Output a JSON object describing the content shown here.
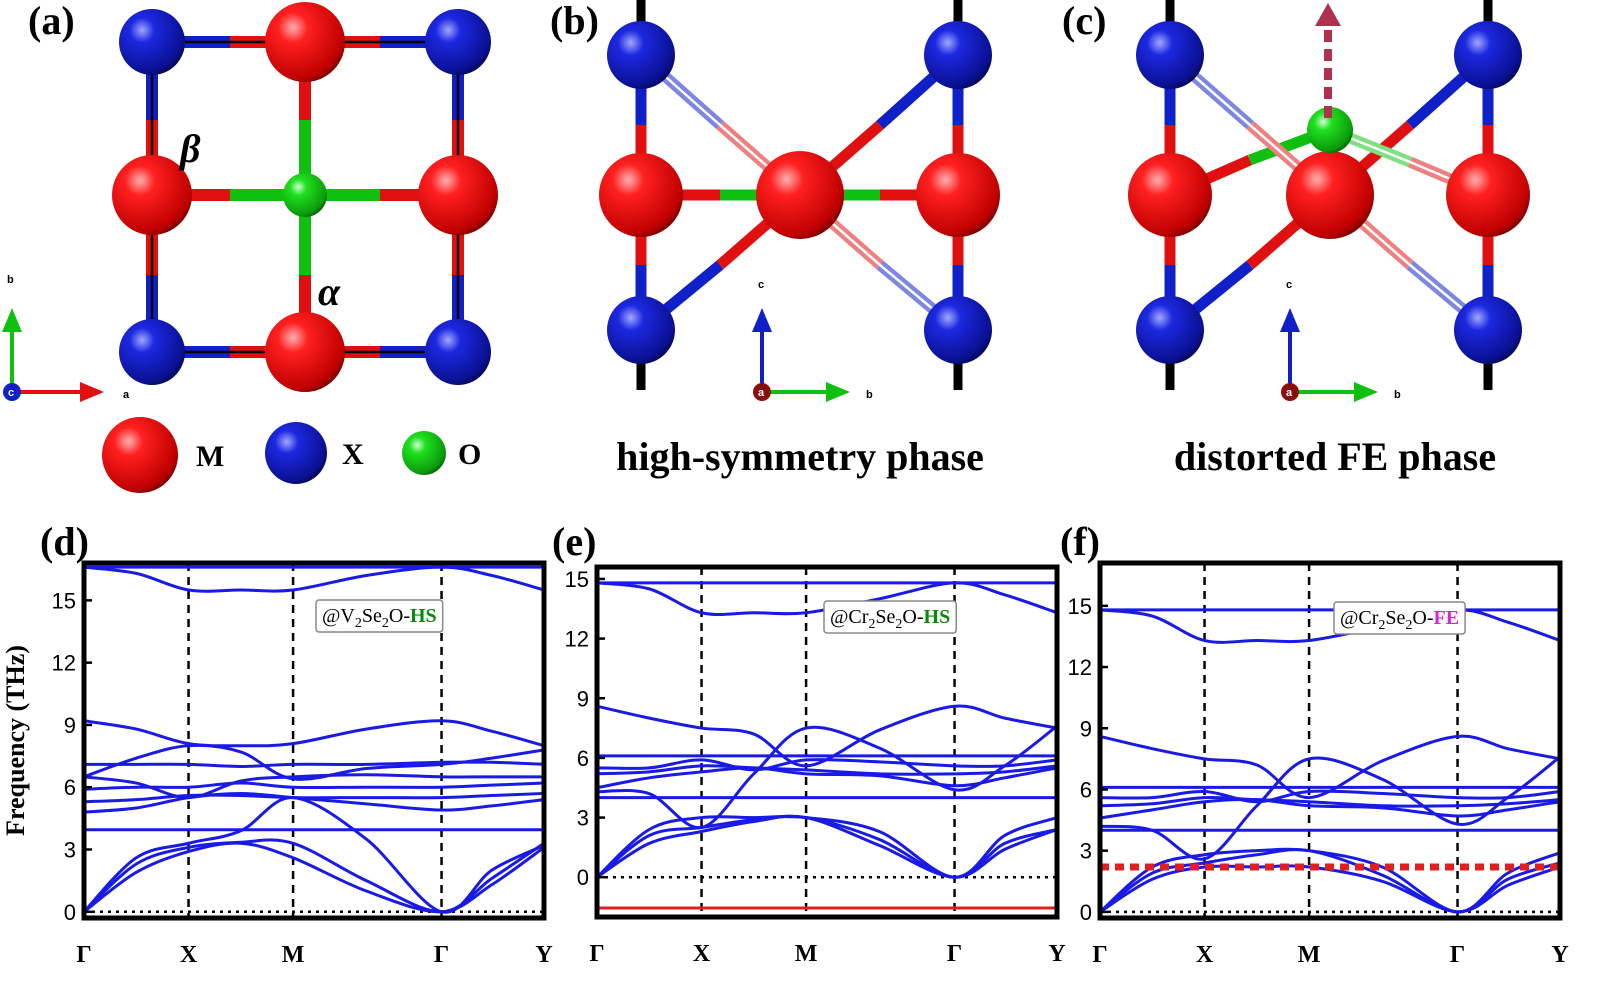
{
  "panels": {
    "a": {
      "label": "(a)",
      "alpha": "α",
      "beta": "β",
      "axis_x": "a",
      "axis_y": "b",
      "axis_center": "c"
    },
    "b": {
      "label": "(b)",
      "caption": "high-symmetry phase",
      "axis_up": "c",
      "axis_right": "b",
      "axis_center": "a"
    },
    "c": {
      "label": "(c)",
      "caption": "distorted FE phase",
      "axis_up": "c",
      "axis_right": "b",
      "axis_center": "a"
    }
  },
  "legend": [
    {
      "label": "M",
      "color": "#e01010"
    },
    {
      "label": "X",
      "color": "#1020c8"
    },
    {
      "label": "O",
      "color": "#10c010"
    }
  ],
  "colors": {
    "metal": "#e01010",
    "chalcogen": "#1020c8",
    "oxygen": "#10c010",
    "band": "#1a1ae6",
    "soft": "#e02020",
    "tag_green": "#0a8a0a",
    "tag_magenta": "#e020e0"
  },
  "chart_data": [
    {
      "type": "line",
      "label": "(d)",
      "tag": {
        "prefix": "@V",
        "sub": "2",
        "mid": "Se",
        "sub2": "2",
        "suffix": "O-",
        "phase": "HS",
        "phase_color": "#0a8a0a"
      },
      "ylabel": "Frequency (THz)",
      "ylim": [
        -0.3,
        16.8
      ],
      "yticks": [
        0,
        3,
        6,
        9,
        12,
        15
      ],
      "kpath": [
        "Γ",
        "X",
        "M",
        "Γ",
        "Y"
      ],
      "kpos": [
        0,
        1,
        2,
        3.42,
        4.4
      ],
      "zero_line": 0,
      "series": [
        {
          "values": [
            0,
            1.9,
            2.9,
            3.3,
            2.6,
            1.0,
            0,
            1.3,
            3.1
          ]
        },
        {
          "values": [
            0,
            2.3,
            3.1,
            3.35,
            3.3,
            1.5,
            0,
            1.6,
            3.3
          ]
        },
        {
          "values": [
            0,
            2.6,
            3.3,
            3.9,
            5.5,
            3.5,
            0,
            2.0,
            3.2
          ]
        },
        {
          "values": [
            4.8,
            5.0,
            5.5,
            5.7,
            5.5,
            5.2,
            4.9,
            5.1,
            5.4
          ]
        },
        {
          "values": [
            5.3,
            5.4,
            5.6,
            5.6,
            5.5,
            5.5,
            5.5,
            5.6,
            5.7
          ]
        },
        {
          "values": [
            5.9,
            6.0,
            6.0,
            6.2,
            6.0,
            6.0,
            6.0,
            6.1,
            6.2
          ]
        },
        {
          "values": [
            6.5,
            6.2,
            5.5,
            6.3,
            6.5,
            6.6,
            6.5,
            6.5,
            6.5
          ]
        },
        {
          "values": [
            6.5,
            7.4,
            8.0,
            7.7,
            6.4,
            6.9,
            7.1,
            7.4,
            7.8
          ]
        },
        {
          "values": [
            7.1,
            7.1,
            7.1,
            7.0,
            7.1,
            7.1,
            7.2,
            7.2,
            7.1
          ]
        },
        {
          "values": [
            9.2,
            8.8,
            8.1,
            8.0,
            8.1,
            8.8,
            9.2,
            8.7,
            8.0
          ]
        },
        {
          "values": [
            3.95,
            3.95,
            3.95,
            3.95,
            3.95,
            3.95,
            3.95,
            3.95,
            3.95
          ]
        },
        {
          "values": [
            16.6,
            16.3,
            15.5,
            15.5,
            15.5,
            16.2,
            16.6,
            16.2,
            15.5
          ]
        },
        {
          "values": [
            16.6,
            16.6,
            16.6,
            16.6,
            16.6,
            16.6,
            16.6,
            16.6,
            16.6
          ]
        }
      ]
    },
    {
      "type": "line",
      "label": "(e)",
      "tag": {
        "prefix": "@Cr",
        "sub": "2",
        "mid": "Se",
        "sub2": "2",
        "suffix": "O-",
        "phase": "HS",
        "phase_color": "#0a8a0a"
      },
      "ylabel": "",
      "ylim": [
        -2.0,
        15.6
      ],
      "yticks": [
        0,
        3,
        6,
        9,
        12,
        15
      ],
      "kpath": [
        "Γ",
        "X",
        "M",
        "Γ",
        "Y"
      ],
      "kpos": [
        0,
        1,
        2,
        3.42,
        4.4
      ],
      "zero_line": 0,
      "series": [
        {
          "values": [
            -1.55,
            -1.55,
            -1.55,
            -1.55,
            -1.55,
            -1.55,
            -1.55,
            -1.55,
            -1.55
          ],
          "soft": true
        },
        {
          "values": [
            0,
            1.7,
            2.3,
            2.8,
            3.0,
            1.6,
            0,
            1.4,
            2.4
          ]
        },
        {
          "values": [
            0,
            2.1,
            2.5,
            2.9,
            3.0,
            1.9,
            0,
            1.7,
            2.4
          ]
        },
        {
          "values": [
            0,
            2.4,
            3.0,
            3.0,
            3.0,
            2.3,
            0,
            2.1,
            3.0
          ]
        },
        {
          "values": [
            4.0,
            4.0,
            4.0,
            4.0,
            4.0,
            4.0,
            4.0,
            4.0,
            4.0
          ]
        },
        {
          "values": [
            4.3,
            4.2,
            2.5,
            5.2,
            7.5,
            6.5,
            4.4,
            5.6,
            7.6
          ]
        },
        {
          "values": [
            4.5,
            5.0,
            5.3,
            5.5,
            5.2,
            5.1,
            4.6,
            5.0,
            5.5
          ]
        },
        {
          "values": [
            5.2,
            5.3,
            5.6,
            5.5,
            5.4,
            5.2,
            5.2,
            5.3,
            5.6
          ]
        },
        {
          "values": [
            5.5,
            5.5,
            5.9,
            5.4,
            5.9,
            5.8,
            5.6,
            5.6,
            5.9
          ]
        },
        {
          "values": [
            6.1,
            6.1,
            6.1,
            6.1,
            6.1,
            6.1,
            6.1,
            6.1,
            6.1
          ]
        },
        {
          "values": [
            8.6,
            8.0,
            7.5,
            7.2,
            5.6,
            7.4,
            8.6,
            8.0,
            7.5
          ]
        },
        {
          "values": [
            14.8,
            14.5,
            13.3,
            13.3,
            13.3,
            14.0,
            14.8,
            14.2,
            13.3
          ]
        },
        {
          "values": [
            14.8,
            14.8,
            14.8,
            14.8,
            14.8,
            14.8,
            14.8,
            14.8,
            14.8
          ]
        }
      ]
    },
    {
      "type": "line",
      "label": "(f)",
      "tag": {
        "prefix": "@Cr",
        "sub": "2",
        "mid": "Se",
        "sub2": "2",
        "suffix": "O-",
        "phase": "FE",
        "phase_color": "#e020e0"
      },
      "ylabel": "",
      "ylim": [
        -0.3,
        17.1
      ],
      "yticks": [
        0,
        3,
        6,
        9,
        12,
        15
      ],
      "kpath": [
        "Γ",
        "X",
        "M",
        "Γ",
        "Y"
      ],
      "kpos": [
        0,
        1,
        2,
        3.42,
        4.4
      ],
      "zero_line": 0,
      "marked_line": 2.2,
      "series": [
        {
          "values": [
            0,
            1.6,
            2.2,
            2.2,
            2.2,
            1.5,
            0,
            1.3,
            2.2
          ]
        },
        {
          "values": [
            0,
            1.9,
            2.4,
            2.8,
            3.0,
            1.8,
            0,
            1.6,
            2.4
          ]
        },
        {
          "values": [
            0,
            2.2,
            2.8,
            3.0,
            3.0,
            2.2,
            0,
            1.9,
            2.9
          ]
        },
        {
          "values": [
            4.0,
            4.0,
            4.0,
            4.0,
            4.0,
            4.0,
            4.0,
            4.0,
            4.0
          ]
        },
        {
          "values": [
            4.2,
            4.0,
            2.6,
            5.2,
            7.5,
            6.5,
            4.3,
            5.6,
            7.6
          ]
        },
        {
          "values": [
            4.6,
            5.0,
            5.4,
            5.5,
            5.2,
            5.1,
            4.7,
            5.0,
            5.4
          ]
        },
        {
          "values": [
            5.2,
            5.3,
            5.6,
            5.5,
            5.4,
            5.2,
            5.2,
            5.3,
            5.5
          ]
        },
        {
          "values": [
            5.6,
            5.6,
            5.9,
            5.4,
            5.9,
            5.8,
            5.6,
            5.6,
            5.9
          ]
        },
        {
          "values": [
            6.1,
            6.1,
            6.1,
            6.1,
            6.1,
            6.1,
            6.1,
            6.1,
            6.1
          ]
        },
        {
          "values": [
            8.6,
            8.0,
            7.5,
            7.2,
            5.6,
            7.4,
            8.6,
            8.0,
            7.5
          ]
        },
        {
          "values": [
            14.8,
            14.5,
            13.3,
            13.3,
            13.3,
            14.0,
            14.8,
            14.2,
            13.3
          ]
        },
        {
          "values": [
            14.8,
            14.8,
            14.8,
            14.8,
            14.8,
            14.8,
            14.8,
            14.8,
            14.8
          ]
        }
      ]
    }
  ]
}
